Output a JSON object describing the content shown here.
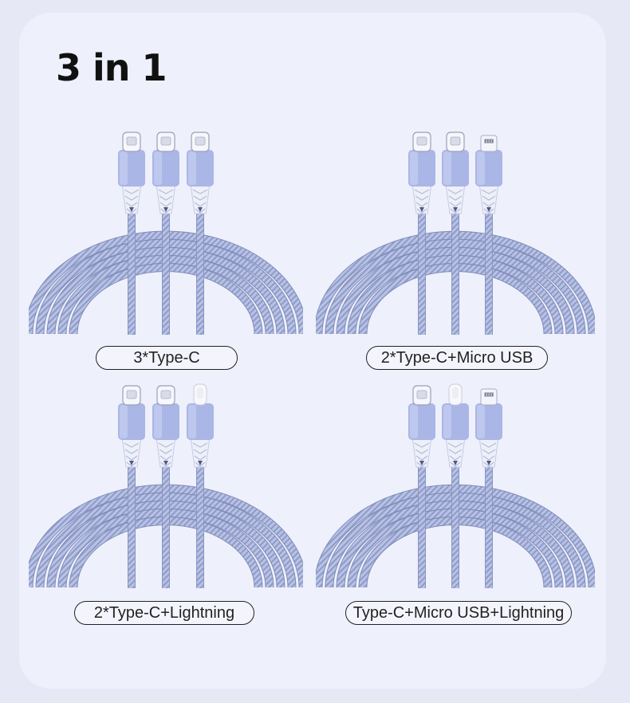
{
  "header": {
    "title": "3 in 1"
  },
  "variants": [
    {
      "label": "3*Type-C",
      "connectors": [
        "type-c",
        "type-c",
        "type-c"
      ]
    },
    {
      "label": "2*Type-C+Micro USB",
      "connectors": [
        "type-c",
        "type-c",
        "micro-usb"
      ]
    },
    {
      "label": "2*Type-C+Lightning",
      "connectors": [
        "type-c",
        "type-c",
        "lightning"
      ]
    },
    {
      "label": "Type-C+Micro USB+Lightning",
      "connectors": [
        "type-c",
        "lightning",
        "micro-usb"
      ]
    }
  ],
  "colors": {
    "background": "#e6e9f5",
    "card": "#eef0fb",
    "connector_housing": "#a9b6e6",
    "braid": "#9aa6d0"
  }
}
